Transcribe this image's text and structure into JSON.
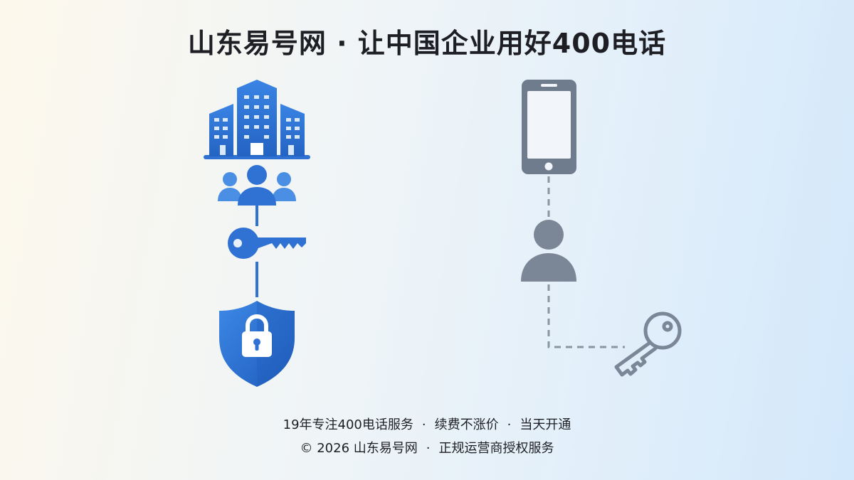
{
  "title": "山东易号网 · 让中国企业用好400电话",
  "footer": {
    "line1": [
      "19年专注400电话服务",
      "续费不涨价",
      "当天开通"
    ],
    "separator": "·",
    "line2": [
      "© 2026 山东易号网",
      "正规运营商授权服务"
    ]
  },
  "icons": {
    "left": [
      "office-building-icon",
      "people-group-icon",
      "key-icon",
      "shield-lock-icon"
    ],
    "right": [
      "smartphone-icon",
      "person-icon",
      "key-outline-icon"
    ]
  },
  "colors": {
    "blue": "#2f72d3",
    "gray": "#7b8797",
    "text": "#1e1f24"
  }
}
